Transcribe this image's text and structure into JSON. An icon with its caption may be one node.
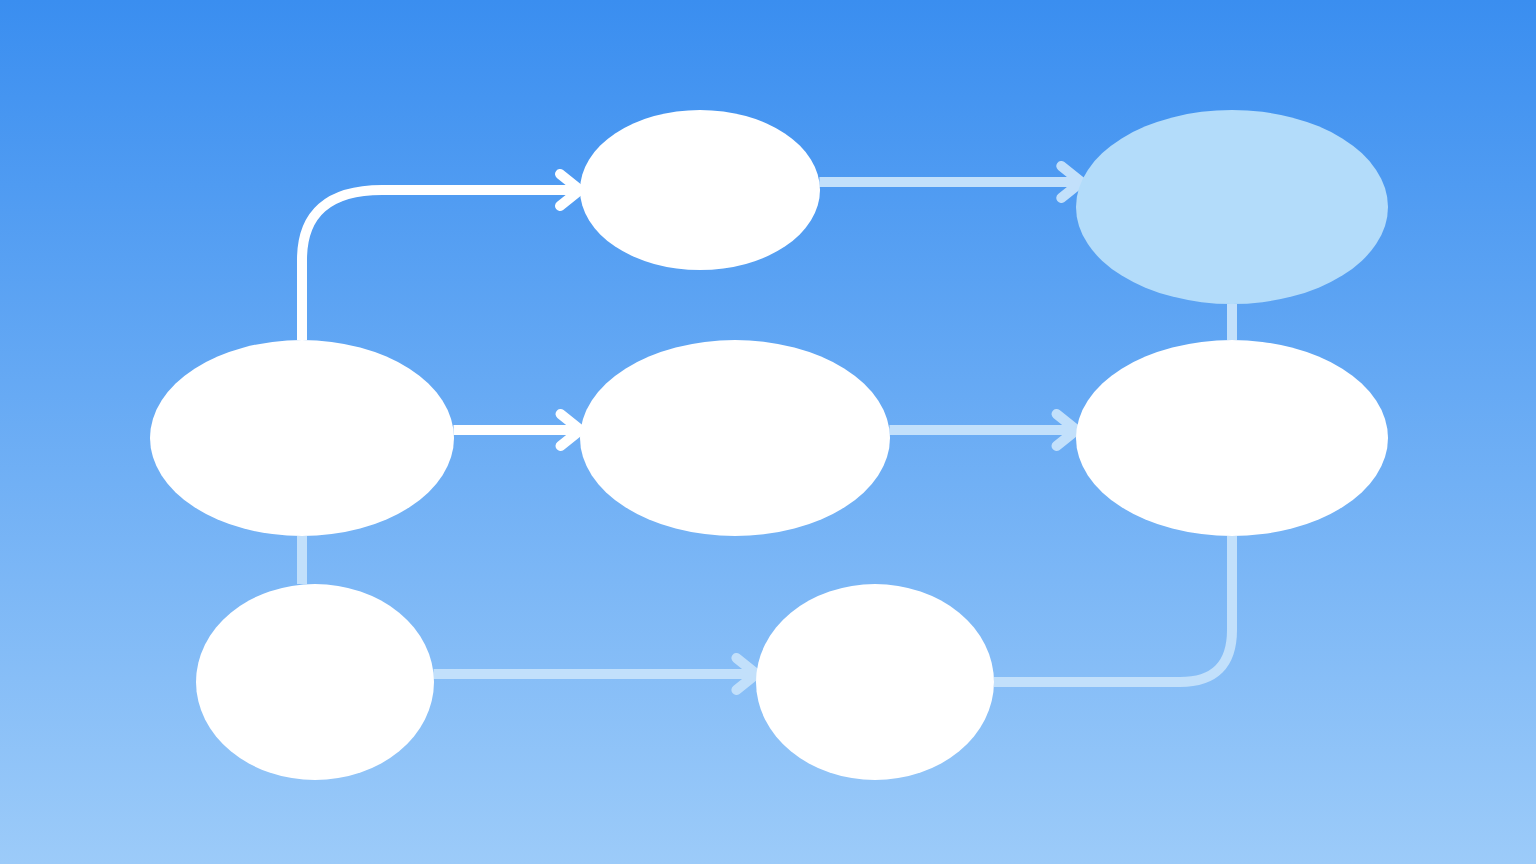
{
  "diagram": {
    "nodes": [
      {
        "text": [],
        "shape": "ellipse"
      },
      {
        "text": [],
        "shape": "ellipse"
      },
      {
        "text": [],
        "shape": "ellipse"
      },
      {
        "text": [],
        "shape": "ellipse"
      },
      {
        "text": [],
        "shape": "ellipse"
      },
      {
        "text": [],
        "shape": "ellipse"
      },
      {
        "text": [],
        "shape": "ellipse"
      }
    ],
    "edges": [
      {
        "from": 2,
        "to": 0,
        "arrow": "to",
        "color": "#ffffff"
      },
      {
        "from": 0,
        "to": 1,
        "arrow": "to"
      },
      {
        "from": 2,
        "to": 3,
        "arrow": "to",
        "color": "#ffffff"
      },
      {
        "from": 3,
        "to": 4,
        "arrow": "to"
      },
      {
        "from": 1,
        "to": 4,
        "arrow": "none"
      },
      {
        "from": 2,
        "to": 5,
        "arrow": "none"
      },
      {
        "from": 5,
        "to": 6,
        "arrow": "to"
      },
      {
        "from": 6,
        "to": 4,
        "arrow": "none"
      }
    ]
  }
}
